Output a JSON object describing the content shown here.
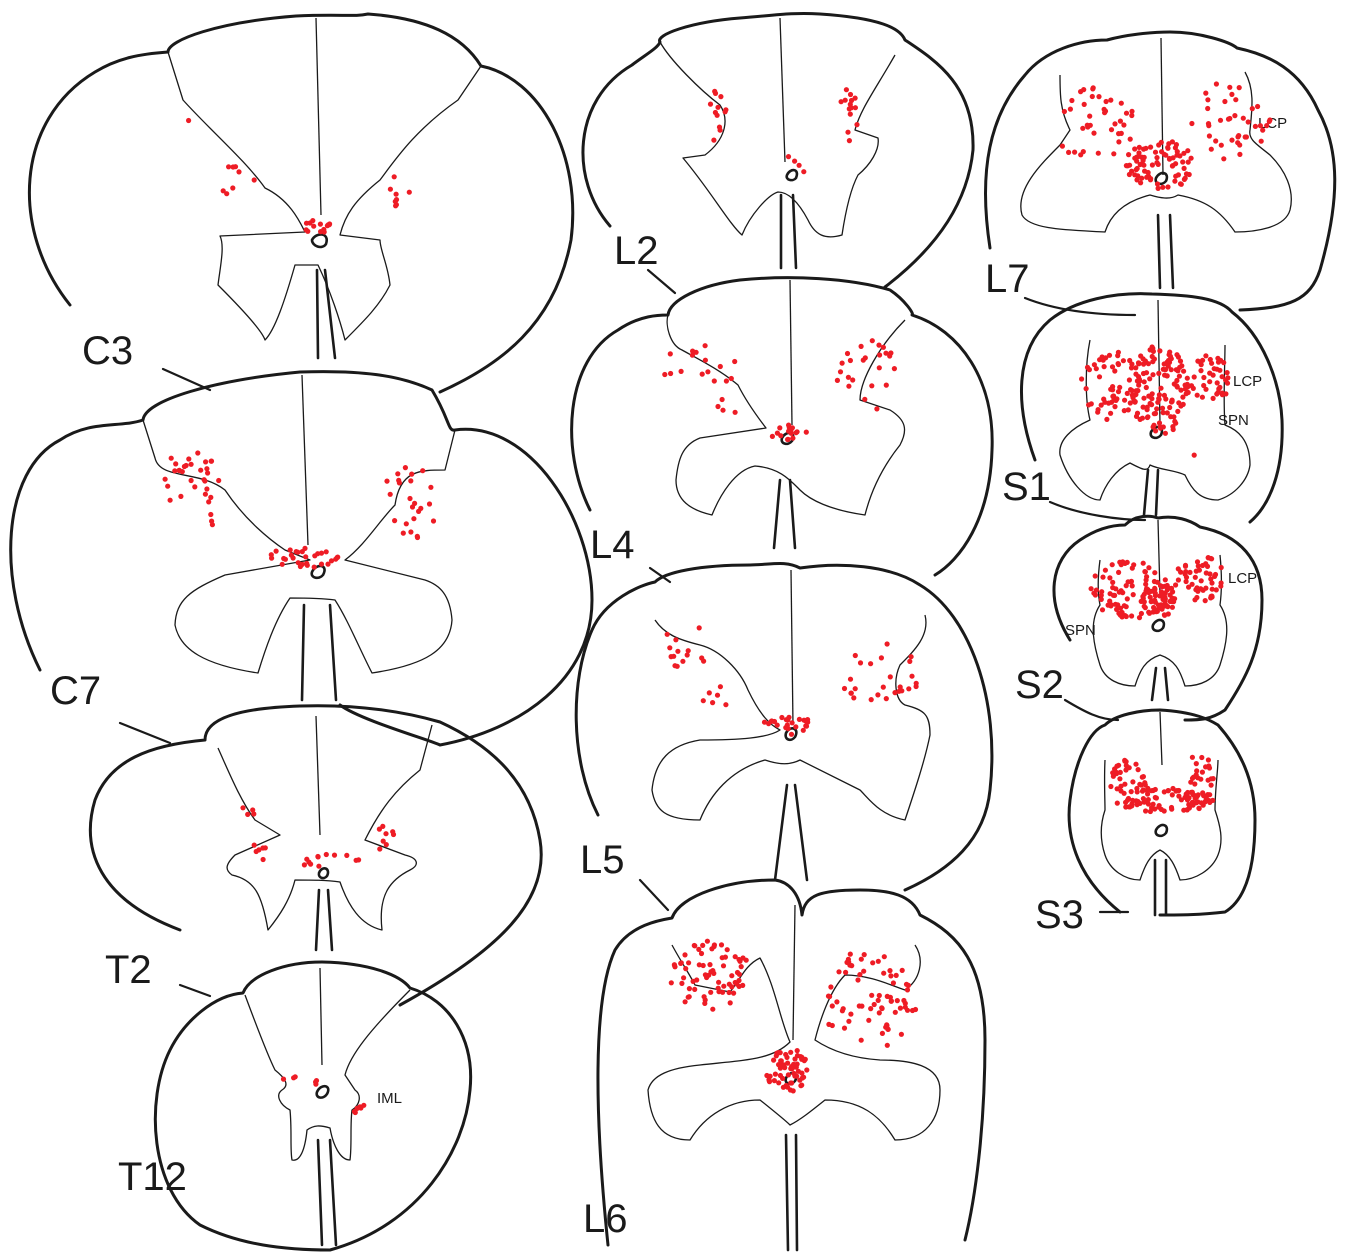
{
  "figure": {
    "marker_color": "#ee1c25",
    "line_color": "#1a1a1a",
    "sections": [
      {
        "id": "C3",
        "label": "C3"
      },
      {
        "id": "C7",
        "label": "C7"
      },
      {
        "id": "T2",
        "label": "T2"
      },
      {
        "id": "T12",
        "label": "T12",
        "regions": [
          "IML"
        ]
      },
      {
        "id": "L2",
        "label": "L2"
      },
      {
        "id": "L4",
        "label": "L4"
      },
      {
        "id": "L5",
        "label": "L5"
      },
      {
        "id": "L6",
        "label": "L6"
      },
      {
        "id": "L7",
        "label": "L7",
        "regions": [
          "LCP"
        ]
      },
      {
        "id": "S1",
        "label": "S1",
        "regions": [
          "LCP",
          "SPN"
        ]
      },
      {
        "id": "S2",
        "label": "S2",
        "regions": [
          "LCP",
          "SPN"
        ]
      },
      {
        "id": "S3",
        "label": "S3"
      }
    ]
  }
}
